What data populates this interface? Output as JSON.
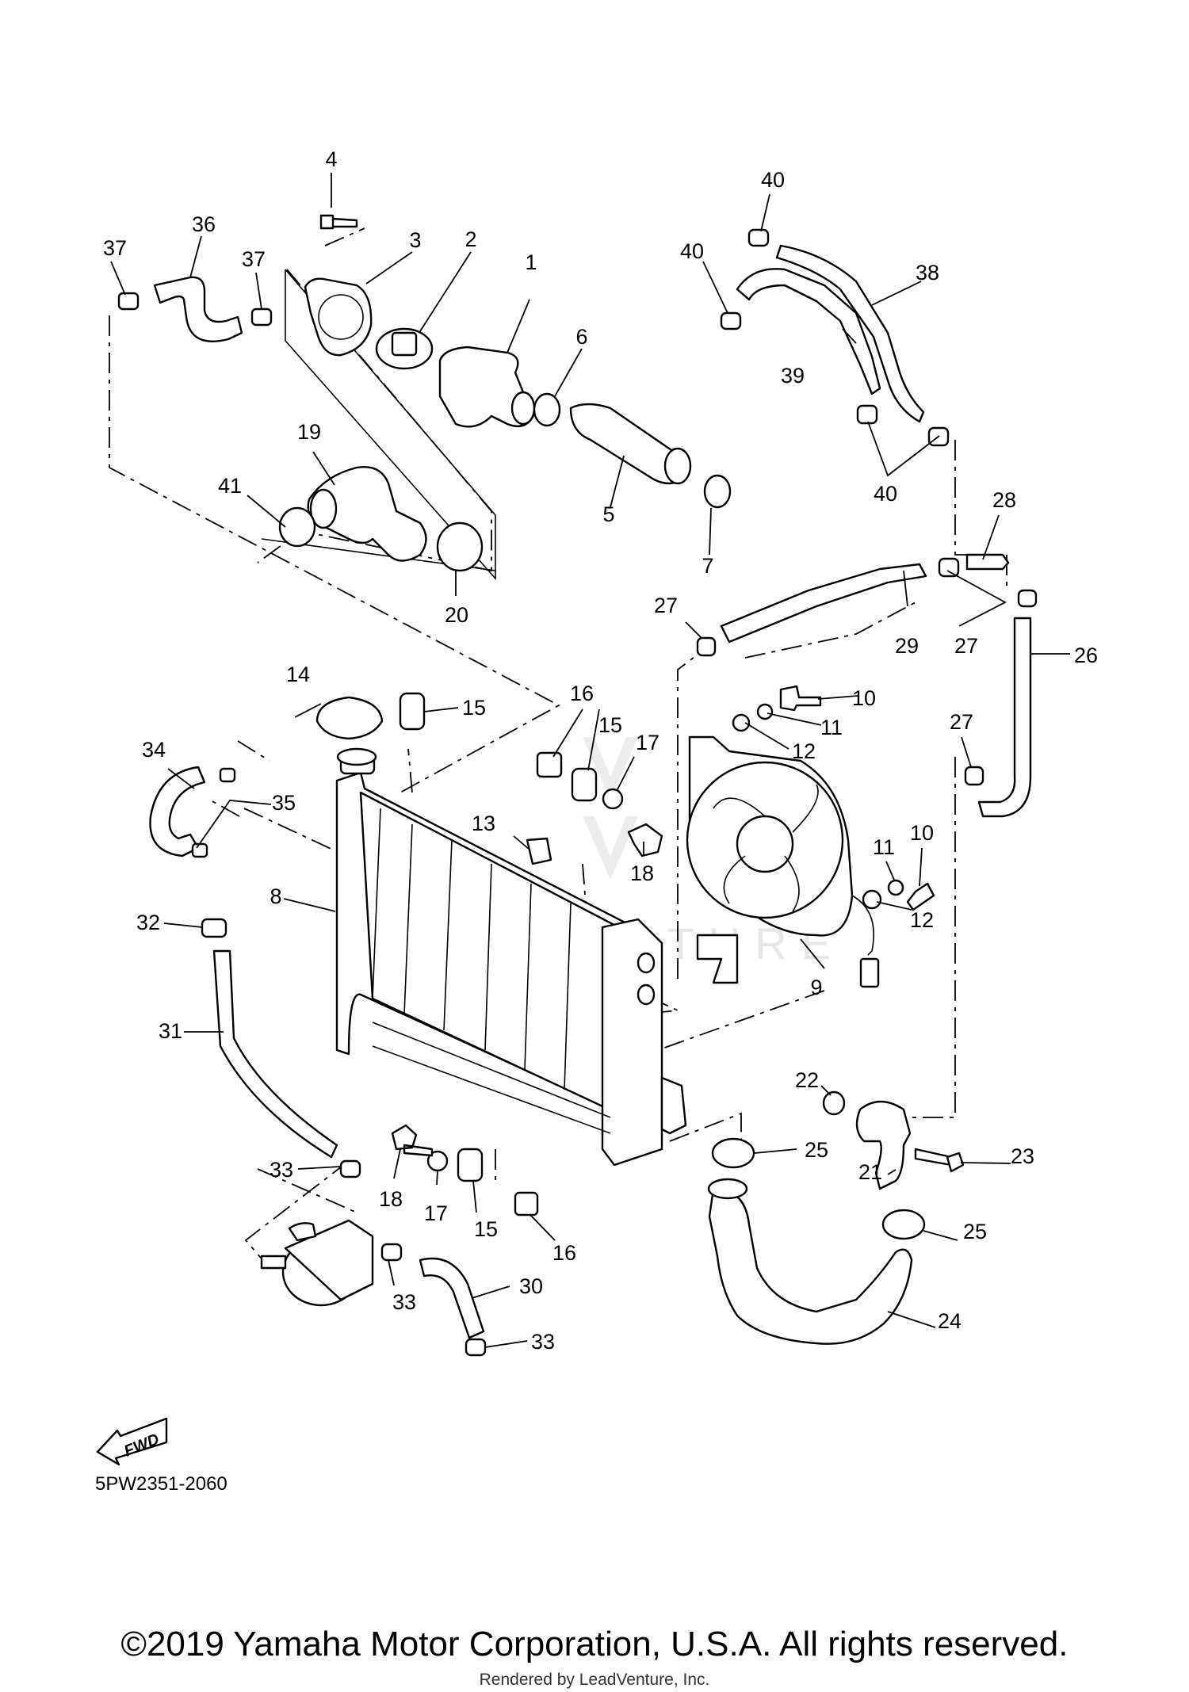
{
  "diagram": {
    "part_numbers": [
      "1",
      "2",
      "3",
      "4",
      "5",
      "6",
      "7",
      "8",
      "9",
      "10",
      "11",
      "12",
      "13",
      "14",
      "15",
      "16",
      "17",
      "18",
      "19",
      "20",
      "21",
      "22",
      "23",
      "24",
      "25",
      "26",
      "27",
      "28",
      "29",
      "30",
      "31",
      "32",
      "33",
      "34",
      "35",
      "36",
      "37",
      "38",
      "39",
      "40",
      "41"
    ],
    "fwd_label": "FWD",
    "diagram_code": "5PW2351-2060",
    "watermark": "LEADVENTURE",
    "copyright": "©2019 Yamaha Motor Corporation, U.S.A. All rights reserved.",
    "rendered_by": "Rendered by LeadVenture, Inc."
  }
}
